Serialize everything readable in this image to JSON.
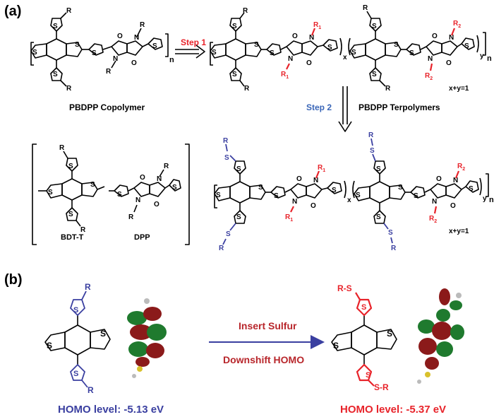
{
  "panel_a": {
    "label": "(a)",
    "copolymer_name": "PBDPP Copolymer",
    "terpolymer_name": "PBDPP Terpolymers",
    "step1": "Step 1",
    "step2": "Step 2",
    "xy_constraint": "x+y=1",
    "unit_bdt": "BDT-T",
    "unit_dpp": "DPP",
    "sub_n": "n",
    "sub_x": "x",
    "sub_y": "y",
    "r": "R",
    "r1": "R",
    "r1_sub": "1",
    "r2": "R",
    "r2_sub": "2",
    "s": "S",
    "o": "O",
    "n_atom": "N"
  },
  "panel_b": {
    "label": "(b)",
    "arrow_top": "Insert Sulfur",
    "arrow_bottom": "Downshift HOMO",
    "homo_left": "HOMO level: -5.13 eV",
    "homo_right": "HOMO level: -5.37 eV",
    "sr_label": "R-S",
    "s_r_label": "S-R",
    "r": "R",
    "s": "S"
  },
  "colors": {
    "step1": "#e8232a",
    "step2": "#3a66b8",
    "red_group": "#e8232a",
    "blue_group": "#3a3fa0",
    "arrow_b": "#3a3fa0",
    "arrow_text": "#b8262b",
    "homo_left": "#3a3fa0",
    "homo_right": "#e8232a",
    "orbital_red": "#8b1a1a",
    "orbital_green": "#1f7a2e"
  }
}
